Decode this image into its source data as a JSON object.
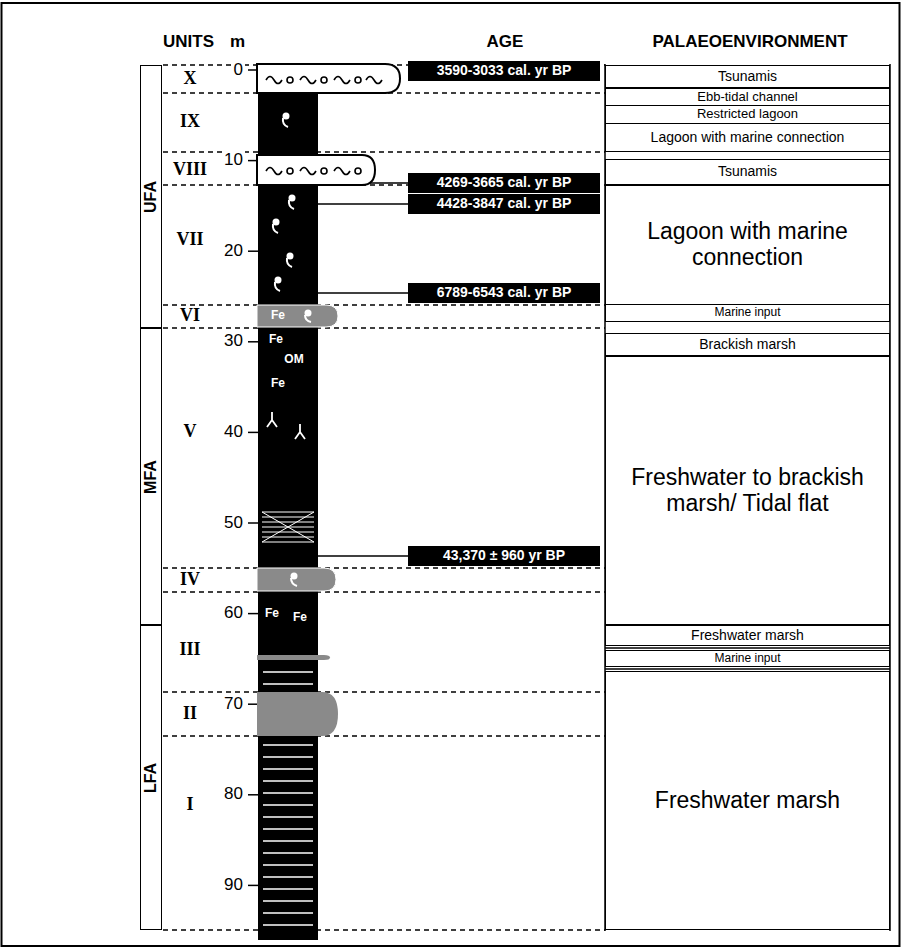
{
  "diagram": {
    "nodes": [
      {
        "text": [
          "UFA"
        ]
      },
      {
        "text": [
          "MFA"
        ]
      },
      {
        "text": [
          "LFA"
        ]
      },
      {
        "text": [
          "3590-3033 cal. yr BP"
        ]
      },
      {
        "text": [
          "4269-3665 cal. yr BP"
        ]
      },
      {
        "text": [
          "4428-3847 cal. yr BP"
        ]
      },
      {
        "text": [
          "6789-6543 cal. yr BP"
        ]
      },
      {
        "text": [
          "43,370 ± 960 yr BP"
        ]
      },
      {
        "text": [
          "Tsunamis"
        ]
      },
      {
        "text": [
          "Ebb-tidal channel"
        ]
      },
      {
        "text": [
          "Restricted lagoon"
        ]
      },
      {
        "text": [
          "Lagoon with marine connection"
        ]
      },
      {
        "text": [
          "Tsunamis"
        ]
      },
      {
        "text": [
          "Lagoon with marine connection"
        ]
      },
      {
        "text": [
          "Marine input"
        ]
      },
      {
        "text": [
          "Brackish marsh"
        ]
      },
      {
        "text": [
          "Freshwater to brackish marsh/ Tidal flat"
        ]
      },
      {
        "text": [
          "Freshwater marsh"
        ]
      },
      {
        "text": [
          "Marine input"
        ]
      },
      {
        "text": [
          "Freshwater marsh"
        ]
      }
    ],
    "labels": [
      "UNITS",
      "m",
      "AGE",
      "PALAEOENVIRONMENT",
      "X",
      "0",
      "IX",
      "VIII",
      "10",
      "VII",
      "20",
      "VI",
      "Fe",
      "30",
      "Fe",
      "OM",
      "Fe",
      "V",
      "40",
      "50",
      "IV",
      "60",
      "Fe",
      "Fe",
      "III",
      "70",
      "II",
      "80",
      "I",
      "90"
    ]
  }
}
